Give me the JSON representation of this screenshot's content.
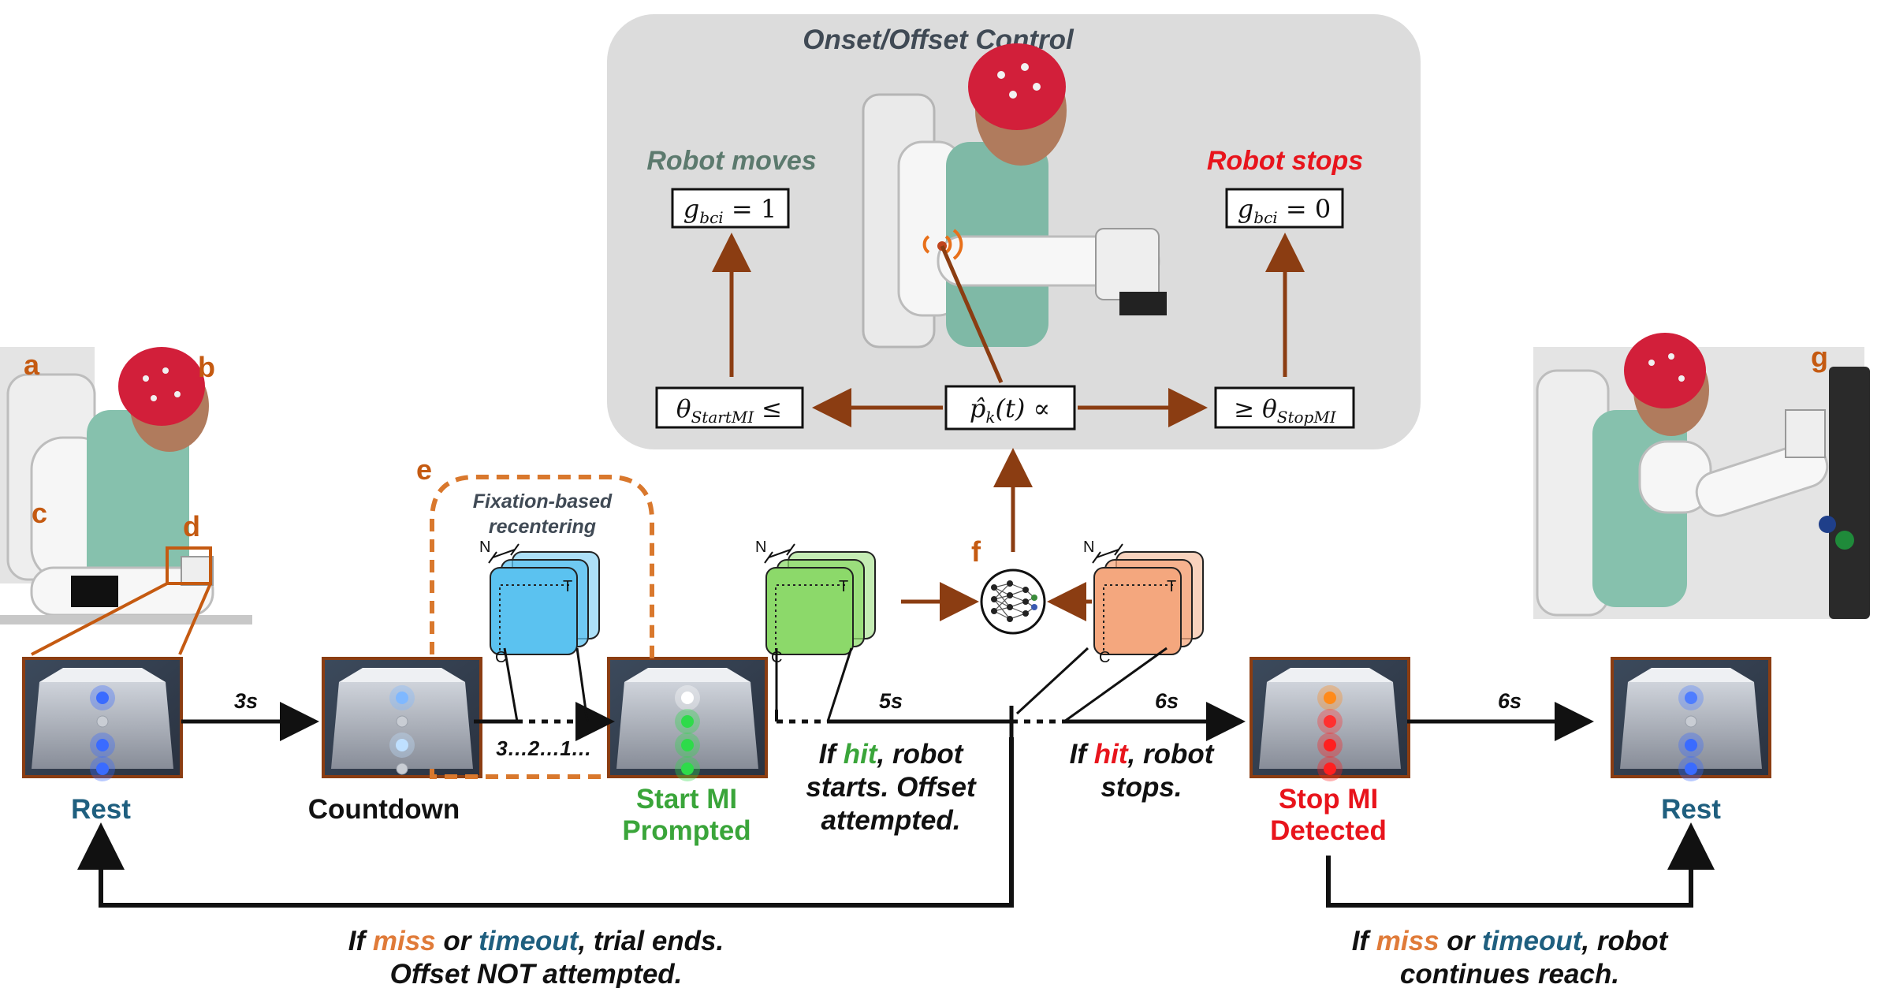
{
  "panel": {
    "title": "Onset/Offset Control",
    "robot_moves": "Robot moves",
    "robot_stops": "Robot stops",
    "g_move_base": "g",
    "g_move_sub": "bci",
    "g_move_rhs": " = 1",
    "g_stop_base": "g",
    "g_stop_sub": "bci",
    "g_stop_rhs": " = 0",
    "theta_start_base": "θ",
    "theta_start_sub": "StartMI",
    "theta_start_rel": " ≤",
    "p_base": "p̂",
    "p_sub": "k",
    "p_rest": "(t) ∝",
    "theta_stop_rel": "≥ ",
    "theta_stop_base": "θ",
    "theta_stop_sub": "StopMI"
  },
  "letters": {
    "a": "a",
    "b": "b",
    "c": "c",
    "d": "d",
    "e": "e",
    "f": "f",
    "g": "g"
  },
  "fixation": {
    "line1": "Fixation-based",
    "line2": "recentering"
  },
  "tensor": {
    "n": "N",
    "t": "T",
    "c": "C"
  },
  "timeline": {
    "t1": "3s",
    "countdown_ticks": "3…2…1…",
    "t2": "5s",
    "t3": "6s",
    "t4": "6s"
  },
  "stages": {
    "rest1": "Rest",
    "countdown": "Countdown",
    "start_mi_1": "Start MI",
    "start_mi_2": "Prompted",
    "stop_mi_1": "Stop MI",
    "stop_mi_2": "Detected",
    "rest2": "Rest"
  },
  "captions": {
    "hit_start": {
      "pre": "If ",
      "hit": "hit",
      "post": ", robot",
      "line2": "starts. Offset",
      "line3": "attempted."
    },
    "hit_stop": {
      "pre": "If ",
      "hit": "hit",
      "post": ", robot",
      "line2": "stops."
    },
    "miss_start": {
      "pre": "If ",
      "miss": "miss",
      "or": " or ",
      "timeout": "timeout",
      "post": ", trial ends.",
      "line2": "Offset NOT attempted."
    },
    "miss_stop": {
      "pre": "If ",
      "miss": "miss",
      "or": " or ",
      "timeout": "timeout",
      "post": ", robot",
      "line2": "continues reach."
    }
  },
  "colors": {
    "brown": "#8b3d12",
    "orange_letter": "#c55a11",
    "orange_dash": "#d9782d",
    "rest_blue": "#1f5f7f",
    "green": "#3aa53a",
    "red": "#e8141c",
    "teal_grey": "#5c7a6e",
    "panel_grey": "#dcdcdc",
    "miss_orange": "#e07b39",
    "timeout_blue": "#1f5f7f",
    "tensor_blue": "#5bc2f0",
    "tensor_green": "#8cd96a",
    "tensor_orange": "#f4a77e"
  }
}
